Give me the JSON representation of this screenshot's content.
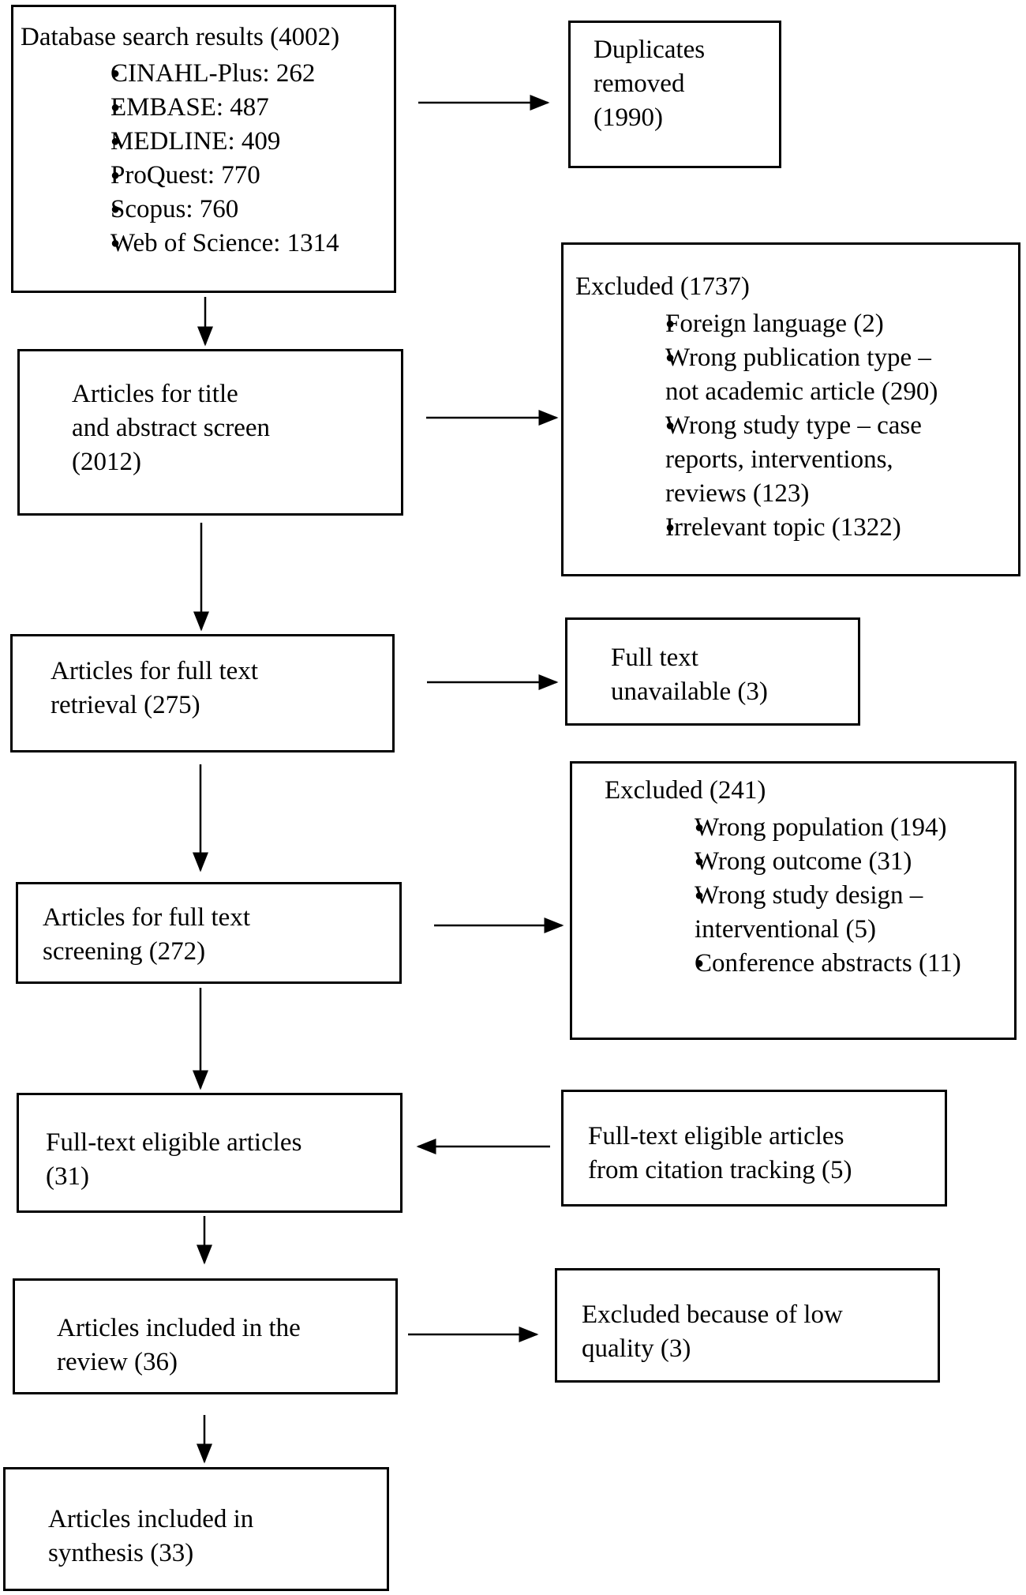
{
  "search": {
    "title": "Database search results (4002)",
    "items": [
      "CINAHL-Plus: 262",
      "EMBASE: 487",
      "MEDLINE: 409",
      "ProQuest: 770",
      "Scopus: 760",
      "Web of Science: 1314"
    ]
  },
  "duplicates": {
    "lines": [
      "Duplicates",
      "removed",
      "(1990)"
    ]
  },
  "title_screen": {
    "lines": [
      "Articles for title",
      "and abstract screen",
      "(2012)"
    ]
  },
  "excluded_1": {
    "title": "Excluded (1737)",
    "items": [
      [
        "Foreign language (2)"
      ],
      [
        "Wrong publication type –",
        "not academic article (290)"
      ],
      [
        "Wrong study type – case",
        "reports, interventions,",
        "reviews (123)"
      ],
      [
        "Irrelevant topic (1322)"
      ]
    ]
  },
  "retrieval": {
    "lines": [
      "Articles for full text",
      "retrieval (275)"
    ]
  },
  "unavailable": {
    "lines": [
      "Full text",
      "unavailable (3)"
    ]
  },
  "excluded_2": {
    "title": "Excluded (241)",
    "items": [
      [
        "Wrong population (194)"
      ],
      [
        "Wrong outcome (31)"
      ],
      [
        "Wrong study design –",
        "interventional (5)"
      ],
      [
        "Conference abstracts (11)"
      ]
    ]
  },
  "fulltext_screen": {
    "lines": [
      "Articles for full text",
      "screening (272)"
    ]
  },
  "eligible": {
    "lines": [
      "Full-text eligible articles",
      "(31)"
    ]
  },
  "citation": {
    "lines": [
      "Full-text eligible articles",
      "from citation tracking (5)"
    ]
  },
  "review": {
    "lines": [
      "Articles included in the",
      "review (36)"
    ]
  },
  "low_quality": {
    "lines": [
      "Excluded because of low",
      "quality (3)"
    ]
  },
  "synthesis": {
    "lines": [
      "Articles included in",
      "synthesis (33)"
    ]
  }
}
